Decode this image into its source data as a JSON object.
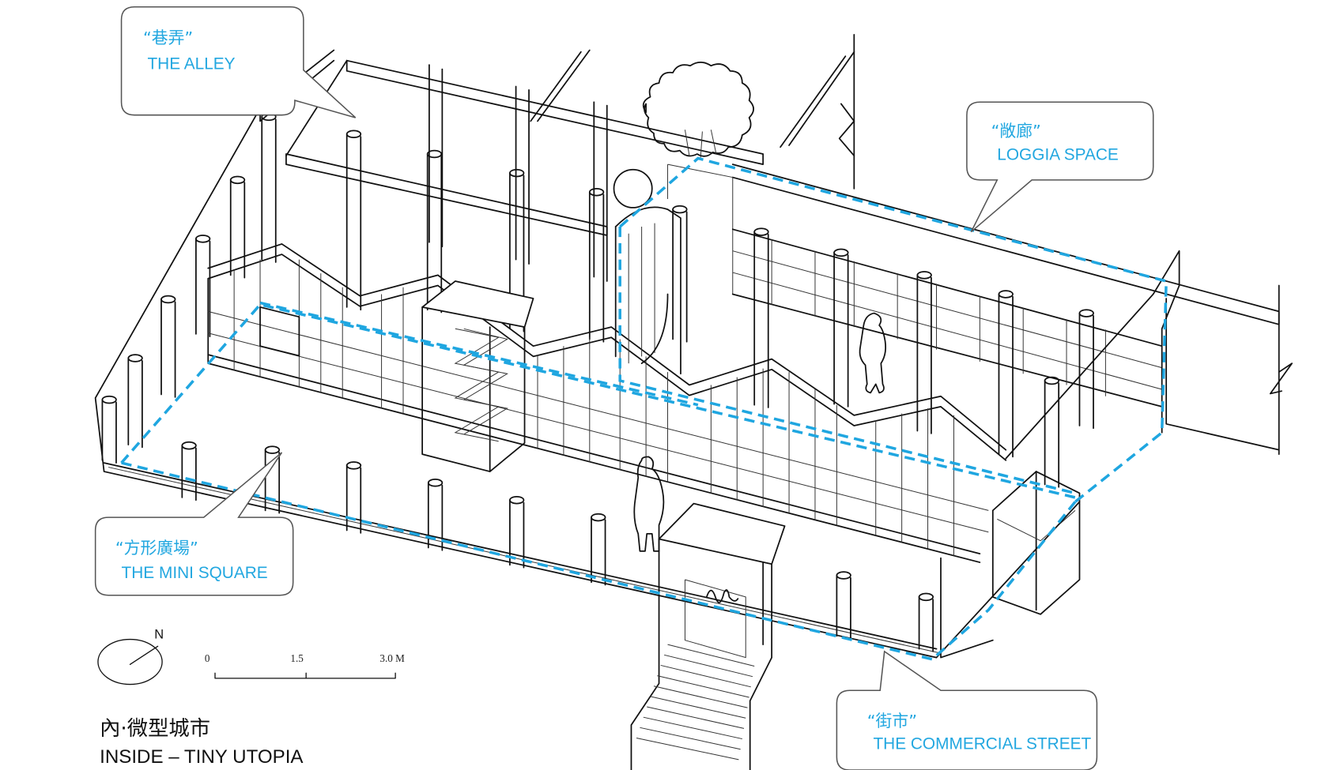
{
  "title": {
    "chinese": "內·微型城市",
    "english": "INSIDE – TINY UTOPIA"
  },
  "callouts": [
    {
      "id": "alley",
      "chinese": "“巷弄”",
      "english": "THE ALLEY"
    },
    {
      "id": "loggia",
      "chinese": "“敞廊”",
      "english": "LOGGIA SPACE"
    },
    {
      "id": "mini-square",
      "chinese": "“方形廣場”",
      "english": "THE MINI SQUARE"
    },
    {
      "id": "commercial-street",
      "chinese": "“街市”",
      "english": "THE COMMERCIAL STREET"
    }
  ],
  "north_arrow": {
    "label": "N"
  },
  "scale_bar": {
    "ticks": [
      "0",
      "1.5",
      "3.0 M"
    ],
    "unit": "M"
  },
  "colors": {
    "accent": "#1fa6e0",
    "line": "#111111",
    "background": "#ffffff"
  }
}
